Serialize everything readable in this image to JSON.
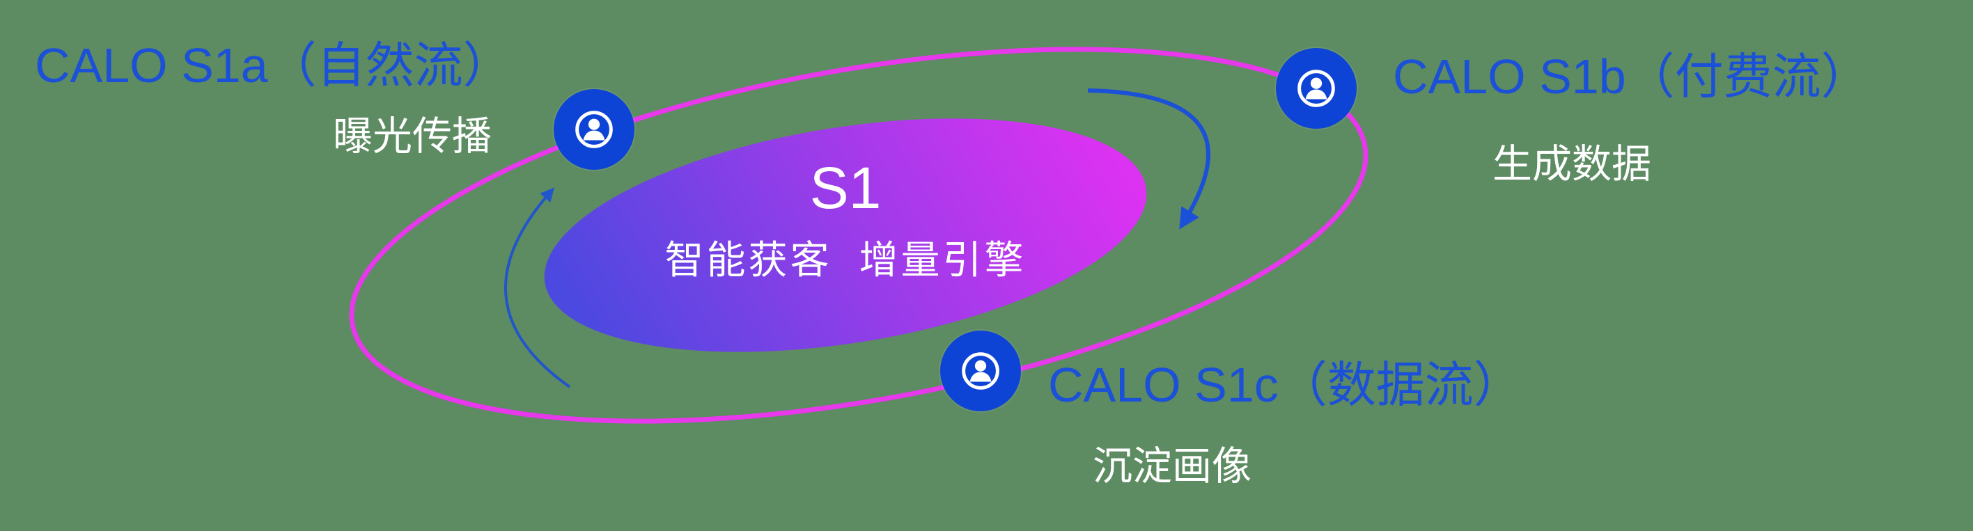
{
  "diagram": {
    "title": "S1",
    "subtitle": "智能获客  增量引擎",
    "nodes": [
      {
        "id": "s1a",
        "label": "CALO S1a（自然流）",
        "sublabel": "曝光传播",
        "icon": "person-icon"
      },
      {
        "id": "s1b",
        "label": "CALO S1b（付费流）",
        "sublabel": "生成数据",
        "icon": "person-icon"
      },
      {
        "id": "s1c",
        "label": "CALO S1c（数据流）",
        "sublabel": "沉淀画像",
        "icon": "person-icon"
      }
    ]
  },
  "colors": {
    "background": "#5d8b62",
    "label_blue": "#1b50d8",
    "sublabel_white": "#ffffff",
    "orbit_ring_magenta": "#e838ec",
    "node_fill_blue": "#0e44d6",
    "core_gradient_start": "#4b49e0",
    "core_gradient_end": "#dc32f2",
    "arrow_blue": "#1b50d8"
  }
}
